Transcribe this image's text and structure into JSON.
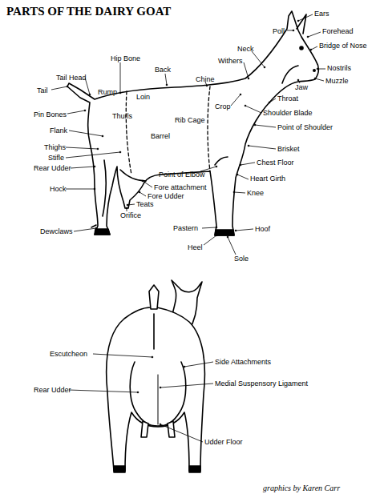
{
  "diagram": {
    "title": "PARTS OF THE DAIRY GOAT",
    "caption": "graphics by Karen Carr",
    "labels": [
      "Ears",
      "Poll",
      "Forehead",
      "Neck",
      "Bridge of Nose",
      "Nostrils",
      "Muzzle",
      "Withers",
      "Jaw",
      "Throat",
      "Hip Bone",
      "Back",
      "Chine",
      "Tail Head",
      "Tail",
      "Rump",
      "Loin",
      "Pin Bones",
      "Thurls",
      "Rib Cage",
      "Crop",
      "Shoulder Blade",
      "Point of Shoulder",
      "Flank",
      "Barrel",
      "Brisket",
      "Thighs",
      "Stifle",
      "Rear Udder",
      "Chest Floor",
      "Point of Elbow",
      "Heart Girth",
      "Fore attachment",
      "Teats",
      "Fore Udder",
      "Knee",
      "Hock",
      "Orifice",
      "Dewclaws",
      "Pastern",
      "Hoof",
      "Heel",
      "Sole",
      "Escutcheon",
      "Side Attachments",
      "Rear Udder",
      "Medial Suspensory Ligament",
      "Udder Floor"
    ]
  }
}
